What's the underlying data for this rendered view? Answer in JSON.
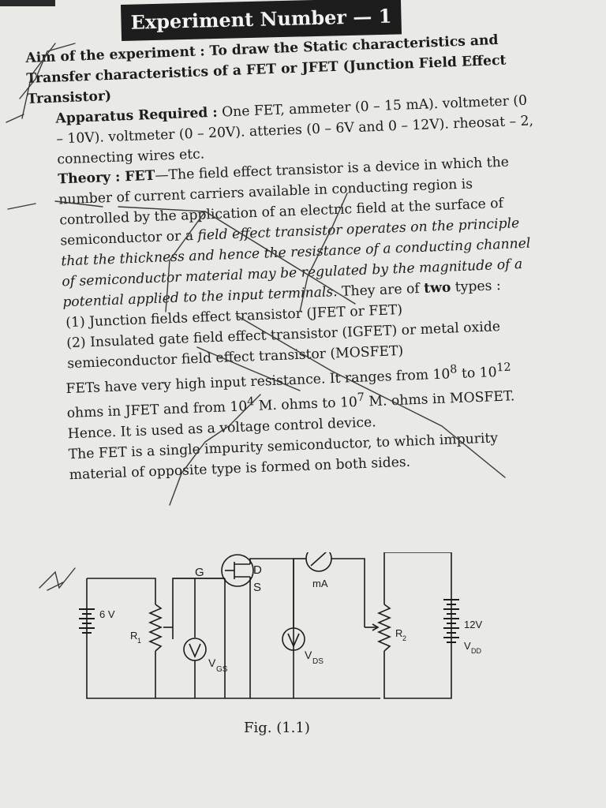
{
  "title": "Experiment Number — 1",
  "aim": {
    "label": "Aim of the experiment",
    "text": ": To draw the Static characteristics and Transfer characteristics of a FET or JFET (Junction Field Effect Transistor)"
  },
  "apparatus": {
    "label": "Apparatus Required :",
    "text": "One FET, ammeter (0 – 15 mA). voltmeter (0 – 10V). voltmeter (0 – 20V). atteries (0 – 6V and 0 – 12V). rheosat – 2, connecting wires etc."
  },
  "theory": {
    "label": "Theory : FET",
    "text_plain": "—The field effect transistor is a device in which the number of current carriers available in conducting region is controlled by the application of an electric field at the surface of semiconductor or a",
    "text_italic": "field effect transistor operates on the principle that the thickness and hence the resistance of a conducting channel of semiconductor material may be regulated by the magnitude of a potential applied to the input terminals.",
    "types_intro_1": "They are of",
    "types_intro_bold": "two",
    "types_intro_2": "types :",
    "type1": "(1) Junction fields effect transistor (JFET or FET)",
    "type2": "(2) Insulated gate field effect transistor (IGFET) or metal oxide semieconductor field effect transistor (MOSFET)"
  },
  "resistance": {
    "part1": "FETs have very high input resistance. It ranges from 10",
    "exp1": "8",
    "part2": "to 10",
    "exp2": "12",
    "part3": "ohms in JFET and from 10",
    "exp3": "4",
    "part4": "M. ohms to 10",
    "exp4": "7",
    "part5": "M. ohms in MOSFET. Hence. It is used as a voltage control device."
  },
  "impurity": "The FET is a single impurity semiconductor, to which impurity material of opposite type is formed on both sides.",
  "circuit": {
    "gate": "G",
    "drain": "D",
    "source": "S",
    "ammeter": "mA",
    "battery1": "6 V",
    "r1": "R",
    "r1_sub": "1",
    "vgs": "V",
    "vgs_sub": "GS",
    "vds": "V",
    "vds_sub": "DS",
    "r2": "R",
    "r2_sub": "2",
    "battery2": "12V",
    "vdd": "V",
    "vdd_sub": "DD"
  },
  "caption": "Fig. (1.1)"
}
